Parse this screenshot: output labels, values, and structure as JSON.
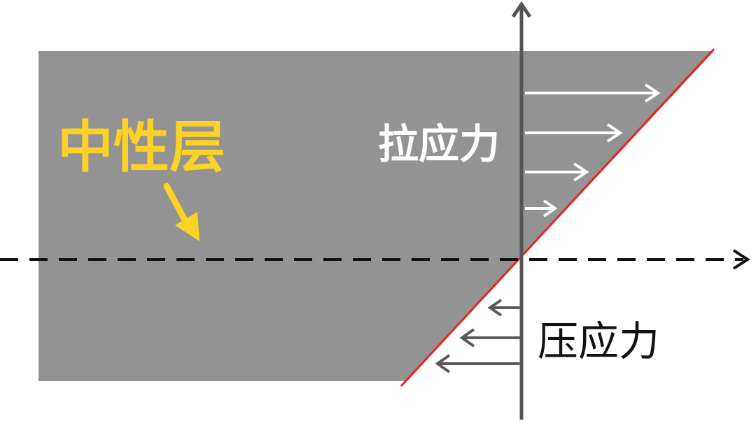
{
  "labels": {
    "tension": "拉应力",
    "compression": "压应力",
    "neutral_layer": "中性层"
  },
  "colors": {
    "beam": "#939393",
    "stress_line": "#e8241c",
    "neutral_label": "#fdd226",
    "tension_arrows": "#ffffff",
    "compression_arrows": "#5a5a5a",
    "axis": "#555555",
    "neutral_axis": "#111111"
  }
}
